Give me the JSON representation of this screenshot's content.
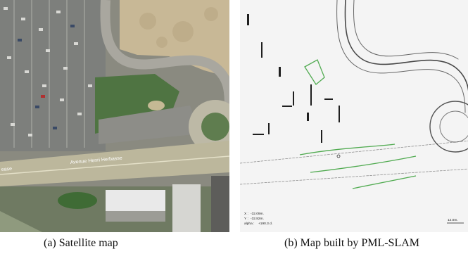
{
  "figure": {
    "panels": [
      {
        "caption": "(a) Satellite map",
        "street_label": "Avenue Henri Herbasse",
        "street_label_left": "ease",
        "colors": {
          "field": "#c8b896",
          "parking": "#7d7f7c",
          "road": "#bcb79c",
          "grass": "#4f7442",
          "roof": "#e9e9e9"
        }
      },
      {
        "caption": "(b) Map built by PML-SLAM",
        "readout": {
          "x_label": "X :",
          "x_value": "-32.09m.",
          "y_label": "Y :",
          "y_value": "-32.82m.",
          "alpha_label": "alpha :",
          "alpha_value": "+190.3 d."
        },
        "scale_label": "12.0m.",
        "colors": {
          "background": "#f4f4f4",
          "points": "#2a2a2a",
          "trajectory": "#3fa33f"
        }
      }
    ]
  }
}
